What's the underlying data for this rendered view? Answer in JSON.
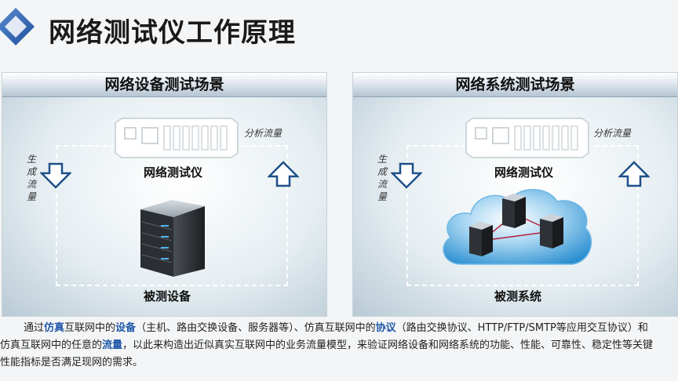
{
  "title": "网络测试仪工作原理",
  "left_panel": {
    "header": "网络设备测试场景",
    "tester_label": "网络测试仪",
    "dut_label": "被测设备",
    "gen_label": "生成流量",
    "analyze_label": "分析流量"
  },
  "right_panel": {
    "header": "网络系统测试场景",
    "tester_label": "网络测试仪",
    "dut_label": "被测系统",
    "gen_label": "生成流量",
    "analyze_label": "分析流量"
  },
  "caption": {
    "p1": "通过",
    "hl1": "仿真",
    "p2": "互联网中的",
    "hl2": "设备",
    "p3": "（主机、路由交换设备、服务器等）、仿真互联网中的",
    "hl3": "协议",
    "p4": "（路由交换协议、HTTP/FTP/SMTP等应用交互协议）和",
    "p5": "仿真互联网中的任意的",
    "hl4": "流量",
    "p6": "，以此来构造出近似真实互联网中的业务流量模型，来验证网络设备和网络系统的功能、性能、可靠性、稳定性等关键",
    "p7": "性能指标是否满足现网的需求。"
  },
  "colors": {
    "highlight": "#1e57a8",
    "arrow_outline": "#1e4f8a",
    "header_text": "#111111"
  }
}
